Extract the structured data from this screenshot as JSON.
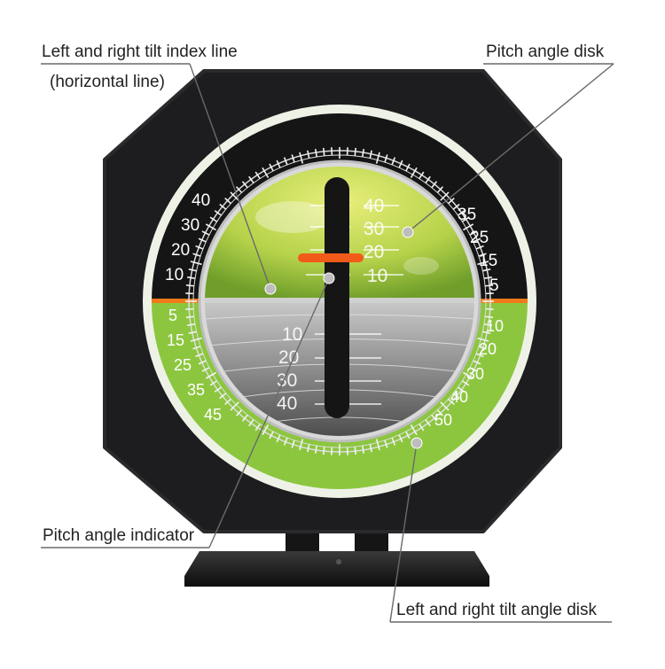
{
  "callouts": {
    "tilt_index_line": "Left and right tilt index line",
    "tilt_index_line_sub": "(horizontal line)",
    "pitch_angle_disk": "Pitch angle disk",
    "pitch_angle_indicator": "Pitch angle indicator",
    "tilt_angle_disk": "Left and right tilt angle disk"
  },
  "scales": {
    "left_upper": [
      "40",
      "30",
      "20",
      "10"
    ],
    "left_lower": [
      "5",
      "15",
      "25",
      "35",
      "45"
    ],
    "right_upper": [
      "35",
      "25",
      "15",
      "5"
    ],
    "right_lower": [
      "10",
      "20",
      "30",
      "40",
      "50"
    ],
    "pitch_upper": [
      "40",
      "30",
      "20",
      "10"
    ],
    "pitch_lower": [
      "10",
      "20",
      "30",
      "40"
    ]
  },
  "colors": {
    "housing": "#1d1d1f",
    "glow_ring": "#eef2e6",
    "ground_green": "#8cc63f",
    "sky_black": "#151515",
    "horizon_orange": "#f07a1a",
    "indicator_red": "#f25a1a"
  }
}
